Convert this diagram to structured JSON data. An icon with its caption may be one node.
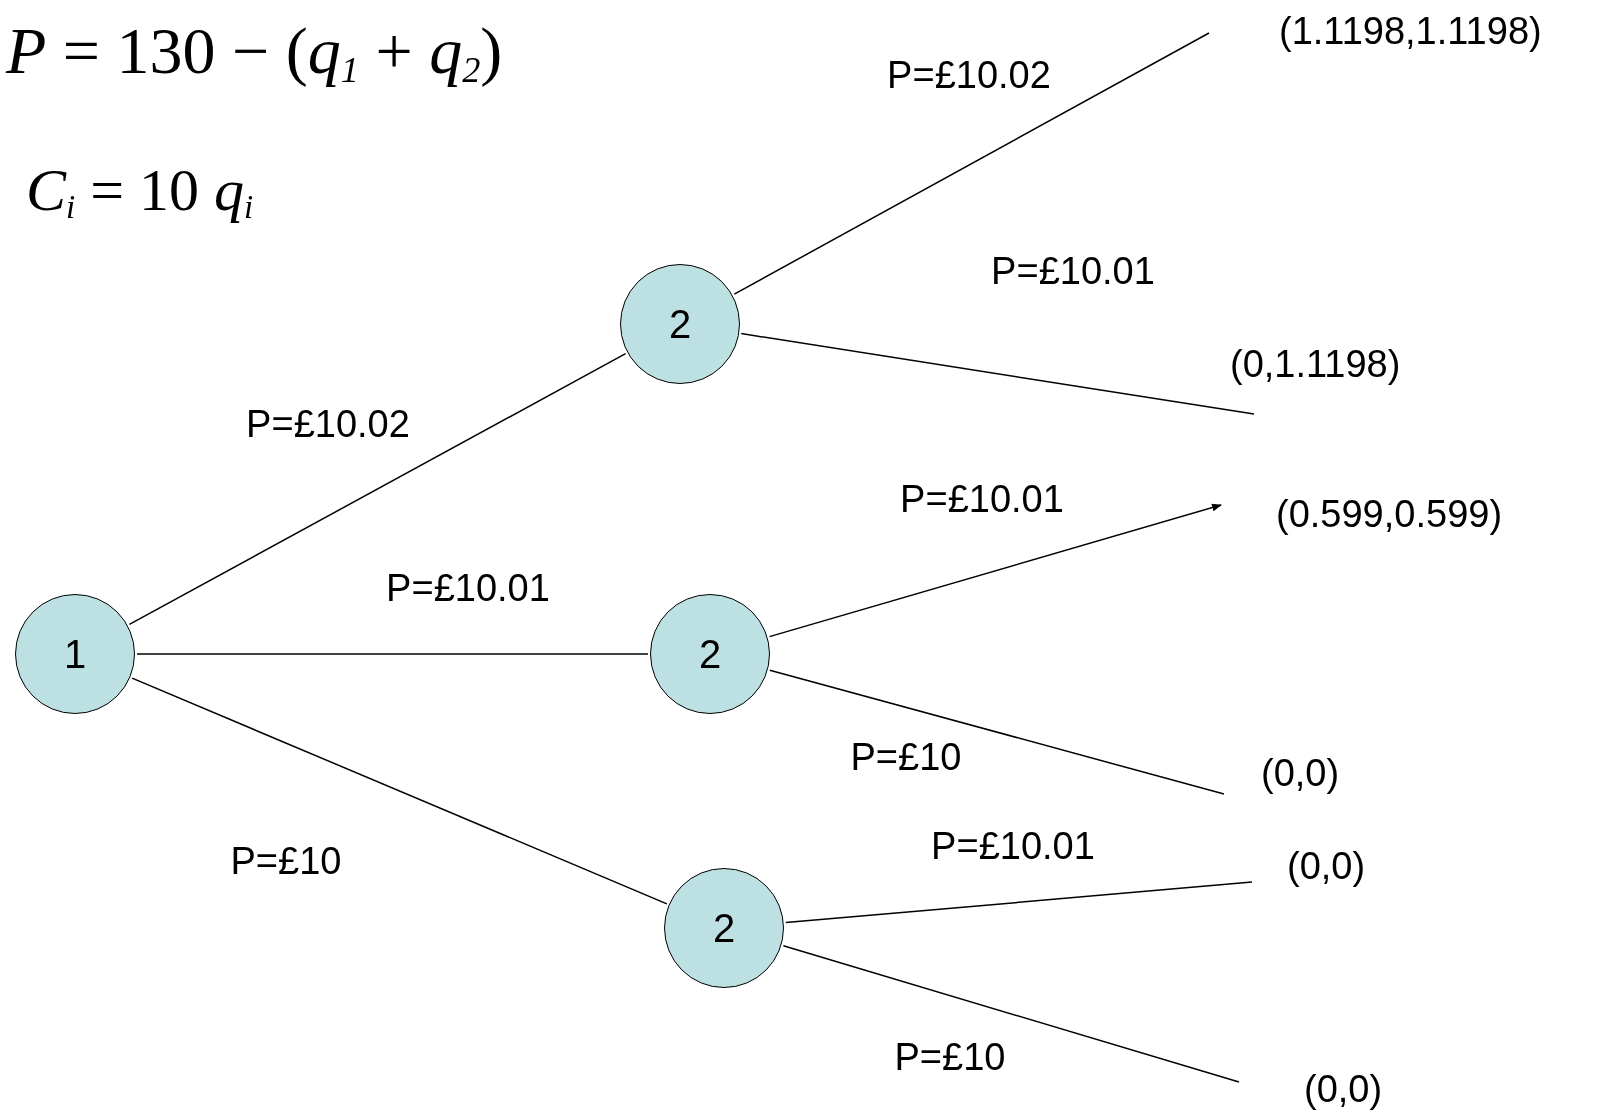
{
  "diagram": {
    "nodes": [
      {
        "text": [
          "1"
        ]
      },
      {
        "text": [
          "2"
        ]
      },
      {
        "text": [
          "2"
        ]
      },
      {
        "text": [
          "2"
        ]
      },
      {
        "text": [
          "(1.1198,1.1198)"
        ]
      },
      {
        "text": [
          "(0,1.1198)"
        ]
      },
      {
        "text": [
          "(0.599,0.599)"
        ]
      },
      {
        "text": [
          "(0,0)"
        ]
      },
      {
        "text": [
          "(0,0)"
        ]
      },
      {
        "text": [
          "(0,0)"
        ]
      }
    ],
    "edges": [
      {
        "from": 0,
        "to": 1,
        "arrow": "none",
        "label": "P=£10.02"
      },
      {
        "from": 0,
        "to": 2,
        "arrow": "none",
        "label": "P=£10.01"
      },
      {
        "from": 0,
        "to": 3,
        "arrow": "none",
        "label": "P=£10"
      },
      {
        "from": 1,
        "to": 4,
        "arrow": "none",
        "label": "P=£10.02"
      },
      {
        "from": 1,
        "to": 5,
        "arrow": "none",
        "label": "P=£10.01"
      },
      {
        "from": 2,
        "to": 6,
        "arrow": "to",
        "label": "P=£10.01"
      },
      {
        "from": 2,
        "to": 7,
        "arrow": "none",
        "label": "P=£10"
      },
      {
        "from": 3,
        "to": 8,
        "arrow": "none",
        "label": "P=£10.01"
      },
      {
        "from": 3,
        "to": 9,
        "arrow": "none",
        "label": "P=£10"
      }
    ],
    "labels": [
      "*P* = 130 − (*q*$_{1}$ + *q*$_{2}$)",
      "*C*$_{i}$ = 10 *q*$_{i}$"
    ]
  }
}
